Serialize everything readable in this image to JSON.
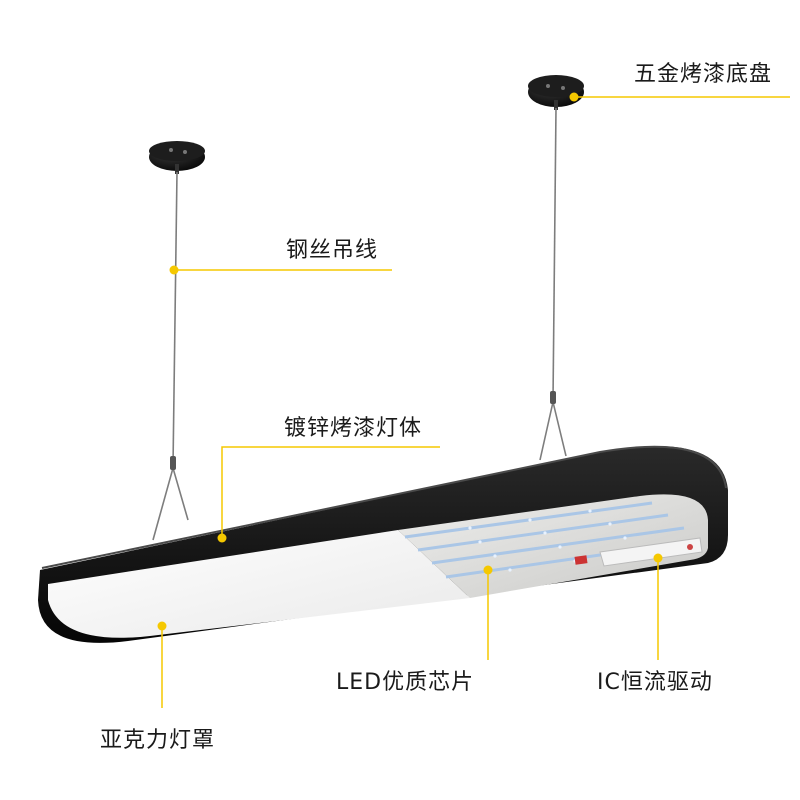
{
  "callouts": {
    "base": "五金烤漆底盘",
    "wire": "钢丝吊线",
    "body": "镀锌烤漆灯体",
    "led": "LED优质芯片",
    "driver": "IC恒流驱动",
    "cover": "亚克力灯罩"
  },
  "colors": {
    "accent": "#f5c800",
    "frame": "#111111",
    "diffuser": "#f2f2f2",
    "board": "#dcdcda",
    "led_strip": "#bcd4ec"
  }
}
